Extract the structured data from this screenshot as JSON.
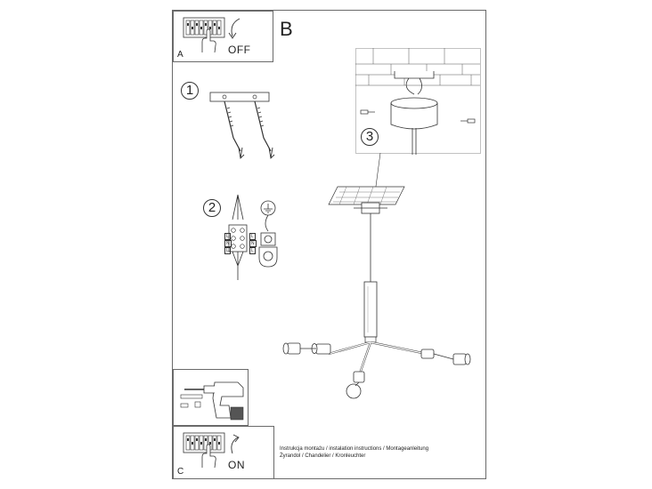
{
  "panels": {
    "a": {
      "letter": "A",
      "action": "OFF"
    },
    "c": {
      "letter": "C",
      "action": "ON"
    },
    "b": {
      "letter": "B"
    }
  },
  "steps": [
    "1",
    "2",
    "3"
  ],
  "wire_labels": {
    "left": [
      "L",
      "N",
      "L"
    ],
    "right": [
      "L",
      "N",
      "L"
    ]
  },
  "caption": [
    "Instrukcja montażu / instalation instructions / Montageanleitung",
    "Żyrandol / Chandelier / Kronleuchter"
  ]
}
